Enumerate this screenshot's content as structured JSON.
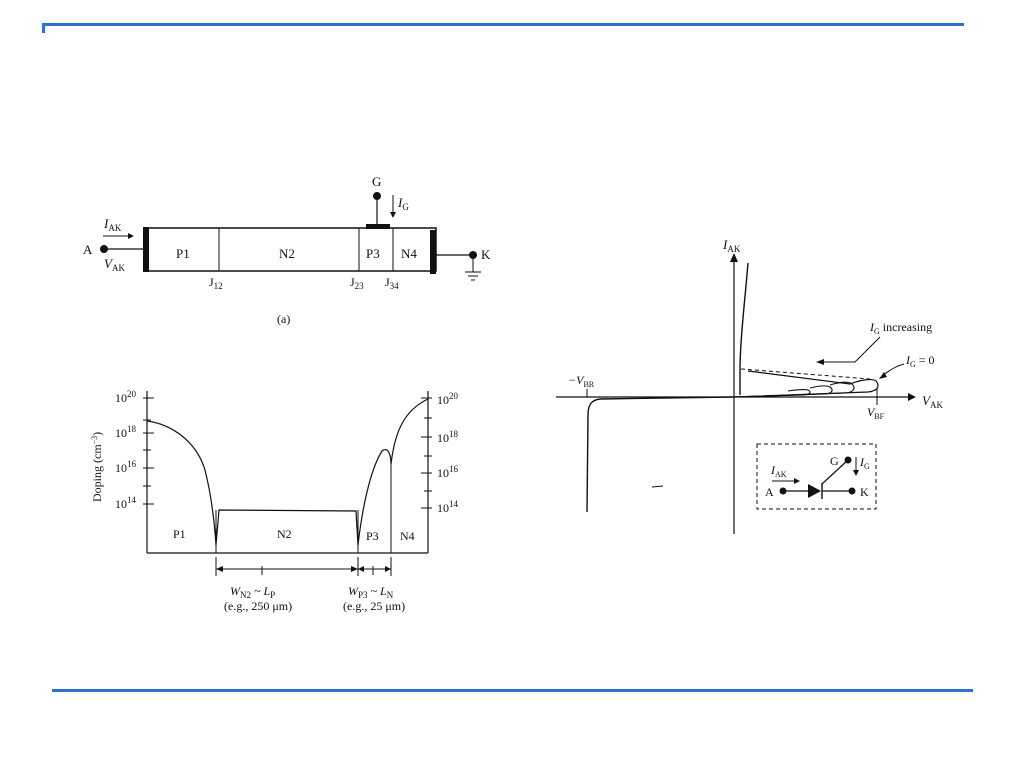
{
  "colors": {
    "rule": "#2f6fd0",
    "ink": "#111111",
    "background": "#ffffff"
  },
  "thyristor_structure": {
    "regions": [
      "P1",
      "N2",
      "P3",
      "N4"
    ],
    "junctions": [
      "J",
      "J",
      "J"
    ],
    "junction_subs": [
      "12",
      "23",
      "34"
    ],
    "anode_letter": "A",
    "cathode_letter": "K",
    "gate_letter": "G",
    "i_ak_main": "I",
    "i_ak_sub": "AK",
    "v_ak_main": "V",
    "v_ak_sub": "AK",
    "i_g_main": "I",
    "i_g_sub": "G",
    "caption": "(a)"
  },
  "doping_profile": {
    "ylabel": "Doping (cm",
    "ylabel_sup": "−3",
    "ylabel_close": ")",
    "tick_base": "10",
    "tick_exponents": [
      "20",
      "18",
      "16",
      "14"
    ],
    "regions": [
      "P1",
      "N2",
      "P3",
      "N4"
    ],
    "w_n2_main": "W",
    "w_n2_sub": "N2",
    "w_n2_rel": " ~ L",
    "w_n2_rel_sub": "P",
    "w_n2_example": "(e.g., 250 μm)",
    "w_p3_main": "W",
    "w_p3_sub": "P3",
    "w_p3_rel": " ~ L",
    "w_p3_rel_sub": "N",
    "w_p3_example": "(e.g., 25 μm)"
  },
  "iv_characteristic": {
    "y_axis_main": "I",
    "y_axis_sub": "AK",
    "x_axis_main": "V",
    "x_axis_sub": "AK",
    "vbr_prefix": "−V",
    "vbr_sub": "BR",
    "vbf_main": "V",
    "vbf_sub": "BF",
    "ig_inc_main": "I",
    "ig_inc_sub": "G",
    "ig_inc_text": " increasing",
    "ig_zero_main": "I",
    "ig_zero_sub": "G",
    "ig_zero_text": " = 0"
  },
  "symbol_inset": {
    "anode_letter": "A",
    "cathode_letter": "K",
    "gate_letter": "G",
    "i_ak_main": "I",
    "i_ak_sub": "AK",
    "i_g_main": "I",
    "i_g_sub": "G"
  }
}
